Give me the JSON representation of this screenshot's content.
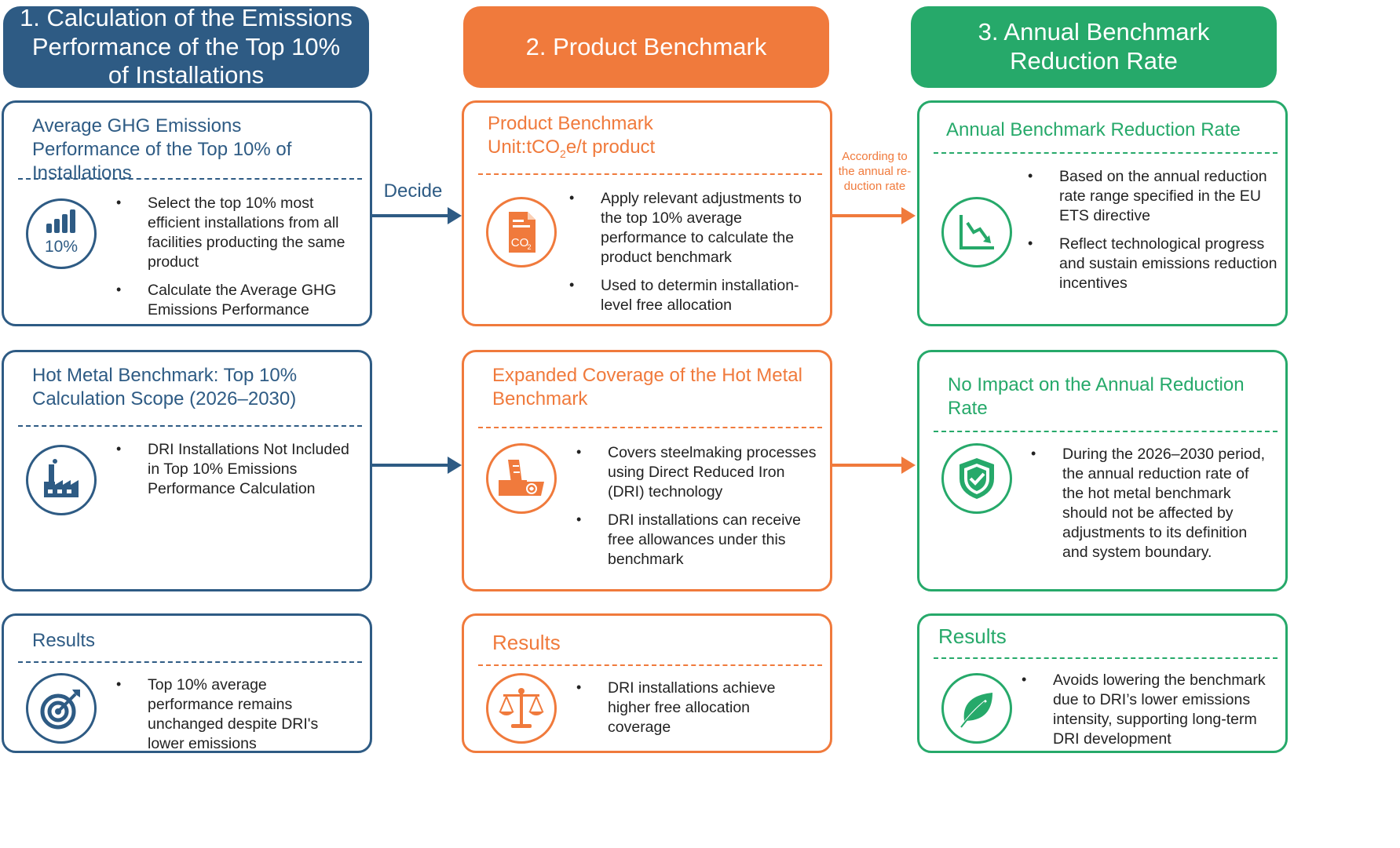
{
  "columns": {
    "col1": {
      "header": "1. Calculation of the Emissions Performance of the Top 10% of Installations",
      "box1": {
        "title": "Average GHG Emissions Performance of the Top 10% of Installations",
        "icon_label": "10%",
        "bullets": [
          "Select the top 10% most efficient installations from all facilities producting the same product",
          "Calculate the Average GHG Emissions Performance"
        ]
      },
      "box2": {
        "title": "Hot Metal Benchmark: Top 10% Calculation Scope (2026–2030)",
        "bullets": [
          "DRI Installations Not Included in Top 10% Emissions Performance Calculation"
        ]
      },
      "box3": {
        "title": "Results",
        "bullets": [
          "Top 10% average performance remains unchanged despite DRI's lower emissions"
        ]
      }
    },
    "col2": {
      "header": "2. Product Benchmark",
      "box1": {
        "title_line1": "Product Benchmark",
        "title_line2_prefix": "Unit:tCO",
        "title_line2_sub": "2",
        "title_line2_suffix": "e/t product",
        "icon_label": "CO",
        "icon_sub": "2",
        "bullets": [
          "Apply relevant adjustments to the top 10% average performance to calculate the product benchmark",
          "Used to determin installation-level free allocation"
        ]
      },
      "box2": {
        "title": "Expanded Coverage of the Hot Metal Benchmark",
        "bullets": [
          "Covers steelmaking processes using Direct Reduced Iron (DRI) technology",
          "DRI installations can receive free allowances under this benchmark"
        ]
      },
      "box3": {
        "title": "Results",
        "bullets": [
          "DRI installations achieve higher free allocation coverage"
        ]
      }
    },
    "col3": {
      "header": "3. Annual Benchmark Reduction Rate",
      "box1": {
        "title": "Annual Benchmark Reduction Rate",
        "bullets": [
          "Based on the annual reduction rate range specified in the EU ETS directive",
          "Reflect technological progress and sustain emissions reduction incentives"
        ]
      },
      "box2": {
        "title": "No Impact on the Annual Reduction Rate",
        "bullets": [
          "During the 2026–2030 period, the annual reduction rate of the hot metal benchmark should not be affected by adjustments to its definition and system boundary."
        ]
      },
      "box3": {
        "title": "Results",
        "bullets": [
          "Avoids lowering the benchmark due to DRI’s lower emissions intensity, supporting long-term DRI development"
        ]
      }
    }
  },
  "arrows": {
    "decide_label": "Decide",
    "annual_label_lines": [
      "According to",
      "the annual re-",
      "duction rate"
    ]
  },
  "colors": {
    "blue": "#2e5b84",
    "orange": "#f07a3c",
    "green": "#26a96a"
  }
}
